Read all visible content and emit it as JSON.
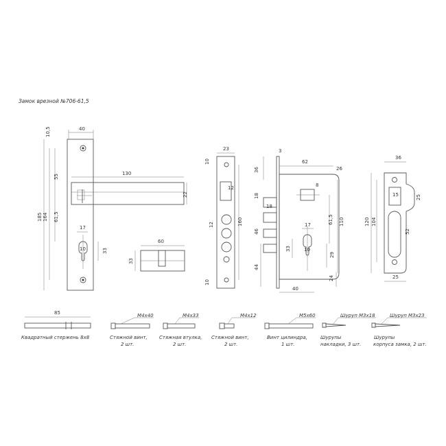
{
  "title": "Замок врезной №706-61,5",
  "handle_plate": {
    "dims": [
      "10,5",
      "40",
      "55",
      "185",
      "164",
      "61,5",
      "17",
      "10",
      "33",
      "130",
      "22"
    ]
  },
  "cylinder": {
    "dims": [
      "60",
      "33"
    ]
  },
  "faceplate": {
    "dims": [
      "23",
      "10",
      "12",
      "12",
      "160",
      "10"
    ]
  },
  "lock_body": {
    "dims": [
      "3",
      "36",
      "62",
      "26",
      "8",
      "18",
      "18",
      "46",
      "44",
      "61,5",
      "110",
      "17",
      "10",
      "33",
      "29",
      "40",
      "24"
    ]
  },
  "strike": {
    "dims": [
      "36",
      "15",
      "25",
      "120",
      "104",
      "52",
      "25"
    ]
  },
  "parts": {
    "rod_dim": "85",
    "rod_label": "Квадратный стержень 8х8",
    "p1_size": "М4х40",
    "p1_label1": "Стяжной винт,",
    "p1_label2": "2 шт.",
    "p2_size": "М4х33",
    "p2_label1": "Стяжная втулка,",
    "p2_label2": "2 шт.",
    "p3_size": "М4х12",
    "p3_label1": "Стяжной винт,",
    "p3_label2": "2 шт.",
    "p4_size": "М5х60",
    "p4_label1": "Винт цилиндра,",
    "p4_label2": "1 шт.",
    "p5_size": "Шуруп М3х18",
    "p5_label1": "Шурупы",
    "p5_label2": "накладки, 3 шт.",
    "p6_size": "Шуруп М3х23",
    "p6_label1": "Шурупы",
    "p6_label2": "корпуса замка, 2 шт."
  }
}
